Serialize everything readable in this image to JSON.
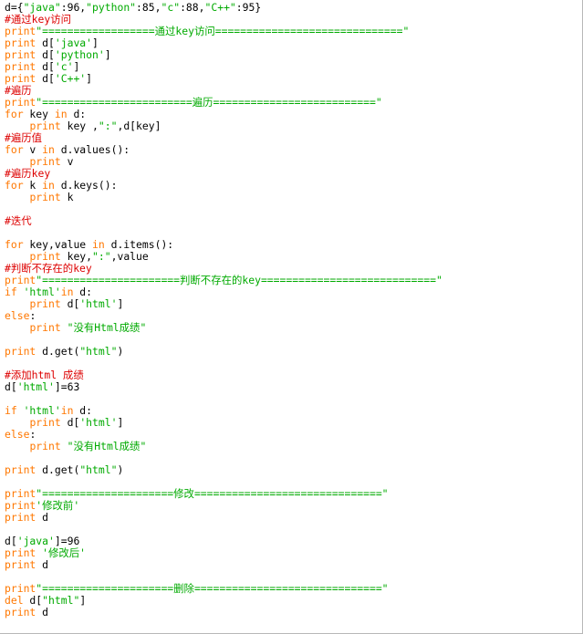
{
  "colors": {
    "keyword": "#ff7700",
    "string": "#00aa00",
    "comment": "#dd0000",
    "text": "#000000",
    "background": "#ffffff"
  },
  "lines": [
    [
      [
        "t",
        "d={"
      ],
      [
        "s",
        "\"java\""
      ],
      [
        "t",
        ":96,"
      ],
      [
        "s",
        "\"python\""
      ],
      [
        "t",
        ":85,"
      ],
      [
        "s",
        "\"c\""
      ],
      [
        "t",
        ":88,"
      ],
      [
        "s",
        "\"C++\""
      ],
      [
        "t",
        ":95}"
      ]
    ],
    [
      [
        "c",
        "#通过key访问"
      ]
    ],
    [
      [
        "k",
        "print"
      ],
      [
        "s",
        "\"==================通过key访问==============================\""
      ]
    ],
    [
      [
        "k",
        "print"
      ],
      [
        "t",
        " d["
      ],
      [
        "s",
        "'java'"
      ],
      [
        "t",
        "]"
      ]
    ],
    [
      [
        "k",
        "print"
      ],
      [
        "t",
        " d["
      ],
      [
        "s",
        "'python'"
      ],
      [
        "t",
        "]"
      ]
    ],
    [
      [
        "k",
        "print"
      ],
      [
        "t",
        " d["
      ],
      [
        "s",
        "'c'"
      ],
      [
        "t",
        "]"
      ]
    ],
    [
      [
        "k",
        "print"
      ],
      [
        "t",
        " d["
      ],
      [
        "s",
        "'C++'"
      ],
      [
        "t",
        "]"
      ]
    ],
    [
      [
        "c",
        "#遍历"
      ]
    ],
    [
      [
        "k",
        "print"
      ],
      [
        "s",
        "\"========================遍历==========================\""
      ]
    ],
    [
      [
        "k",
        "for"
      ],
      [
        "t",
        " key "
      ],
      [
        "k",
        "in"
      ],
      [
        "t",
        " d:"
      ]
    ],
    [
      [
        "t",
        "    "
      ],
      [
        "k",
        "print"
      ],
      [
        "t",
        " key ,"
      ],
      [
        "s",
        "\":\""
      ],
      [
        "t",
        ",d[key]"
      ]
    ],
    [
      [
        "c",
        "#遍历值"
      ]
    ],
    [
      [
        "k",
        "for"
      ],
      [
        "t",
        " v "
      ],
      [
        "k",
        "in"
      ],
      [
        "t",
        " d.values():"
      ]
    ],
    [
      [
        "t",
        "    "
      ],
      [
        "k",
        "print"
      ],
      [
        "t",
        " v"
      ]
    ],
    [
      [
        "c",
        "#遍历key"
      ]
    ],
    [
      [
        "k",
        "for"
      ],
      [
        "t",
        " k "
      ],
      [
        "k",
        "in"
      ],
      [
        "t",
        " d.keys():"
      ]
    ],
    [
      [
        "t",
        "    "
      ],
      [
        "k",
        "print"
      ],
      [
        "t",
        " k"
      ]
    ],
    [],
    [
      [
        "c",
        "#迭代"
      ]
    ],
    [],
    [
      [
        "k",
        "for"
      ],
      [
        "t",
        " key,value "
      ],
      [
        "k",
        "in"
      ],
      [
        "t",
        " d.items():"
      ]
    ],
    [
      [
        "t",
        "    "
      ],
      [
        "k",
        "print"
      ],
      [
        "t",
        " key,"
      ],
      [
        "s",
        "\":\""
      ],
      [
        "t",
        ",value"
      ]
    ],
    [
      [
        "c",
        "#判断不存在的key"
      ]
    ],
    [
      [
        "k",
        "print"
      ],
      [
        "s",
        "\"======================判断不存在的key============================\""
      ]
    ],
    [
      [
        "k",
        "if"
      ],
      [
        "t",
        " "
      ],
      [
        "s",
        "'html'"
      ],
      [
        "k",
        "in"
      ],
      [
        "t",
        " d:"
      ]
    ],
    [
      [
        "t",
        "    "
      ],
      [
        "k",
        "print"
      ],
      [
        "t",
        " d["
      ],
      [
        "s",
        "'html'"
      ],
      [
        "t",
        "]"
      ]
    ],
    [
      [
        "k",
        "else"
      ],
      [
        "t",
        ":"
      ]
    ],
    [
      [
        "t",
        "    "
      ],
      [
        "k",
        "print"
      ],
      [
        "t",
        " "
      ],
      [
        "s",
        "\"没有Html成绩\""
      ]
    ],
    [],
    [
      [
        "k",
        "print"
      ],
      [
        "t",
        " d.get("
      ],
      [
        "s",
        "\"html\""
      ],
      [
        "t",
        ")"
      ]
    ],
    [],
    [
      [
        "c",
        "#添加html 成绩"
      ]
    ],
    [
      [
        "t",
        "d["
      ],
      [
        "s",
        "'html'"
      ],
      [
        "t",
        "]=63"
      ]
    ],
    [],
    [
      [
        "k",
        "if"
      ],
      [
        "t",
        " "
      ],
      [
        "s",
        "'html'"
      ],
      [
        "k",
        "in"
      ],
      [
        "t",
        " d:"
      ]
    ],
    [
      [
        "t",
        "    "
      ],
      [
        "k",
        "print"
      ],
      [
        "t",
        " d["
      ],
      [
        "s",
        "'html'"
      ],
      [
        "t",
        "]"
      ]
    ],
    [
      [
        "k",
        "else"
      ],
      [
        "t",
        ":"
      ]
    ],
    [
      [
        "t",
        "    "
      ],
      [
        "k",
        "print"
      ],
      [
        "t",
        " "
      ],
      [
        "s",
        "\"没有Html成绩\""
      ]
    ],
    [],
    [
      [
        "k",
        "print"
      ],
      [
        "t",
        " d.get("
      ],
      [
        "s",
        "\"html\""
      ],
      [
        "t",
        ")"
      ]
    ],
    [],
    [
      [
        "k",
        "print"
      ],
      [
        "s",
        "\"=====================修改==============================\""
      ]
    ],
    [
      [
        "k",
        "print"
      ],
      [
        "s",
        "'修改前'"
      ]
    ],
    [
      [
        "k",
        "print"
      ],
      [
        "t",
        " d"
      ]
    ],
    [],
    [
      [
        "t",
        "d["
      ],
      [
        "s",
        "'java'"
      ],
      [
        "t",
        "]=96"
      ]
    ],
    [
      [
        "k",
        "print"
      ],
      [
        "t",
        " "
      ],
      [
        "s",
        "'修改后'"
      ]
    ],
    [
      [
        "k",
        "print"
      ],
      [
        "t",
        " d"
      ]
    ],
    [],
    [
      [
        "k",
        "print"
      ],
      [
        "s",
        "\"=====================删除==============================\""
      ]
    ],
    [
      [
        "k",
        "del"
      ],
      [
        "t",
        " d["
      ],
      [
        "s",
        "\"html\""
      ],
      [
        "t",
        "]"
      ]
    ],
    [
      [
        "k",
        "print"
      ],
      [
        "t",
        " d"
      ]
    ]
  ]
}
